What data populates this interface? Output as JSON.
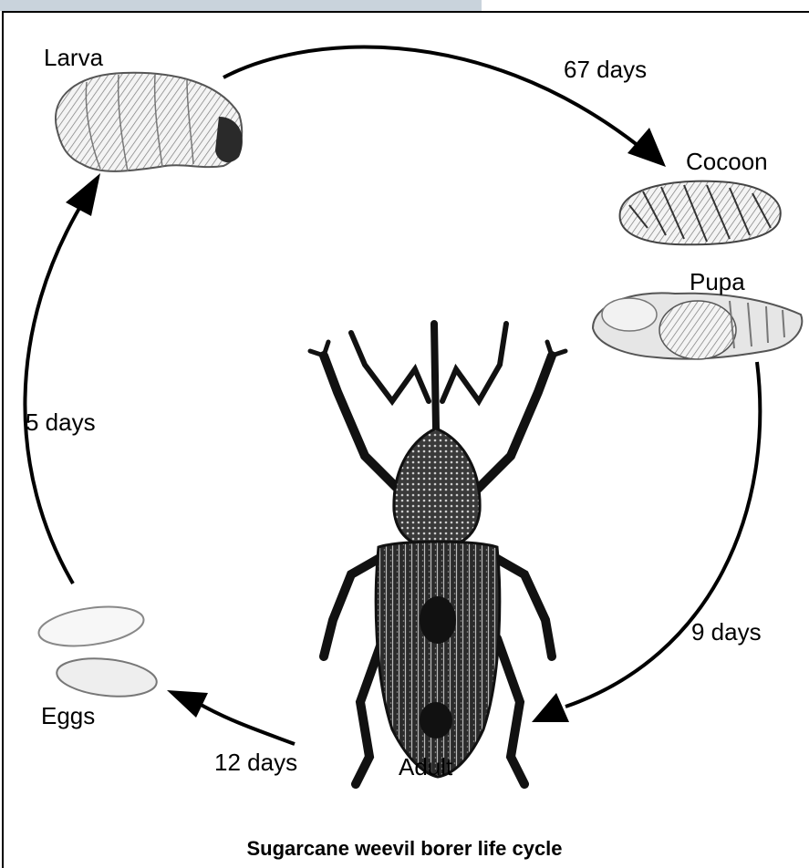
{
  "diagram": {
    "title": "Sugarcane weevil borer life cycle",
    "stages": {
      "larva": "Larva",
      "cocoon": "Cocoon",
      "pupa": "Pupa",
      "adult": "Adult",
      "eggs": "Eggs"
    },
    "durations": {
      "larva_to_cocoon": "67 days",
      "pupa_to_adult": "9 days",
      "adult_to_eggs": "12 days",
      "eggs_to_larva": "5 days"
    }
  }
}
